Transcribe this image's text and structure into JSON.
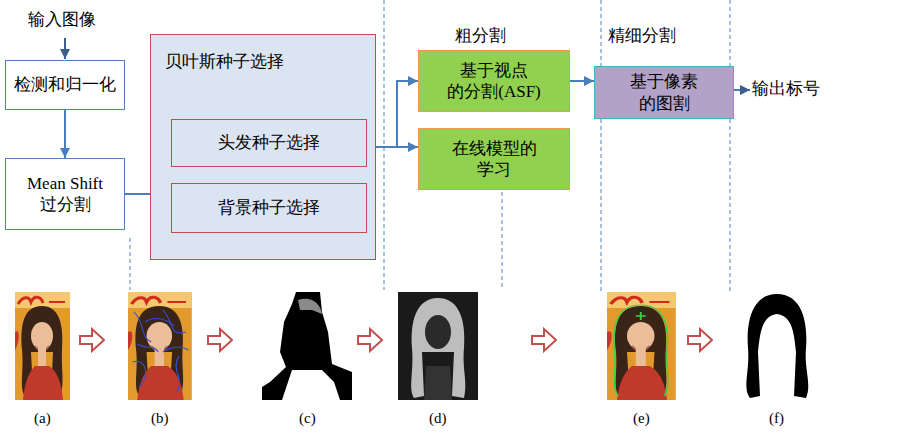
{
  "diagram": {
    "nodes": [
      {
        "text": [
          "检测和归一化"
        ]
      },
      {
        "text": [
          "Mean Shift 过分割"
        ]
      },
      {
        "text": [
          "贝叶斯种子选择"
        ]
      },
      {
        "text": [
          "头发种子选择"
        ],
        "in": 2
      },
      {
        "text": [
          "背景种子选择"
        ],
        "in": 2
      },
      {
        "text": [
          "基于视点 的分割(ASF)"
        ]
      },
      {
        "text": [
          "在线模型的 学习"
        ]
      },
      {
        "text": [
          "基于像素 的图割"
        ]
      }
    ],
    "edges": [
      {
        "from": 0,
        "to": 1,
        "arrow": "to"
      },
      {
        "from": 1,
        "to": 2,
        "arrow": "none"
      },
      {
        "from": 2,
        "to": 5,
        "arrow": "to"
      },
      {
        "from": 2,
        "to": 6,
        "arrow": "to"
      },
      {
        "from": 5,
        "to": 7,
        "arrow": "to"
      }
    ],
    "labels": [
      "输入图像",
      "粗分割",
      "精细分割",
      "输出标号",
      "(a)",
      "(b)",
      "(c)",
      "(d)",
      "(e)",
      "(f)"
    ]
  }
}
